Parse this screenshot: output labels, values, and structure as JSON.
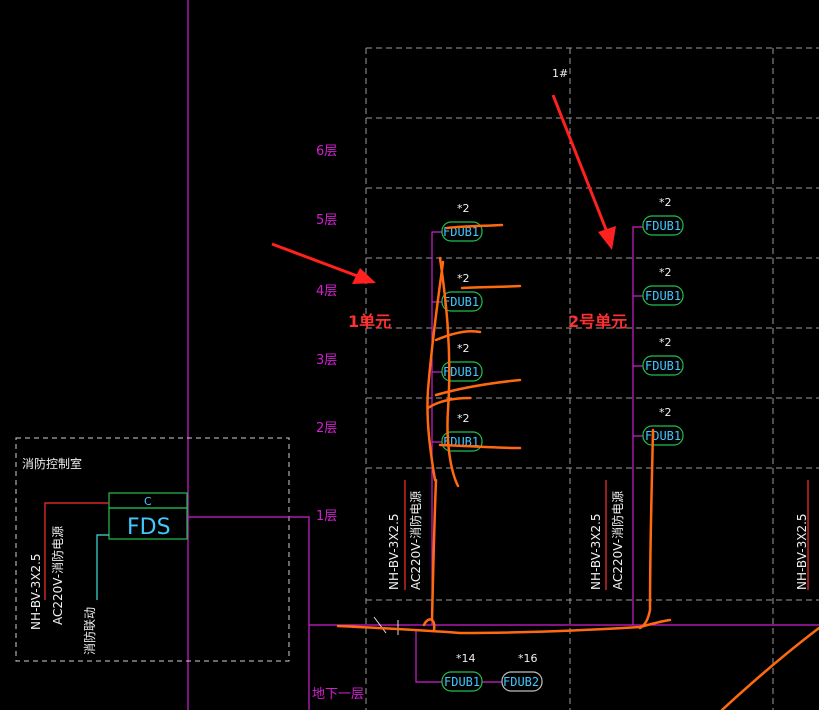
{
  "floors": [
    "6层",
    "5层",
    "4层",
    "3层",
    "2层",
    "1层",
    "地下一层"
  ],
  "building_label": "1#",
  "unit1_label": "1单元",
  "unit2_label": "2号单元",
  "control_room": {
    "title": "消防控制室",
    "panel_top": "C",
    "panel_main": "FDS",
    "cable_spec": "NH-BV-3X2.5",
    "cable_supply": "AC220V-消防电源",
    "cable_signal": "消防联动"
  },
  "riser_cable": {
    "spec": "NH-BV-3X2.5",
    "supply": "AC220V-消防电源"
  },
  "device_code": "FDUB1",
  "device_code_2": "FDUB2",
  "multiplier": "*2",
  "basement_mult_1": "*14",
  "basement_mult_2": "*16",
  "colors": {
    "background": "#000000",
    "magenta_wire": "#d020d0",
    "device_green": "#20c050",
    "device_text": "#40c8ff",
    "annotation_orange": "#ff6a10",
    "arrow_red": "#ff2020",
    "grid_dash": "#b0b0b0"
  }
}
